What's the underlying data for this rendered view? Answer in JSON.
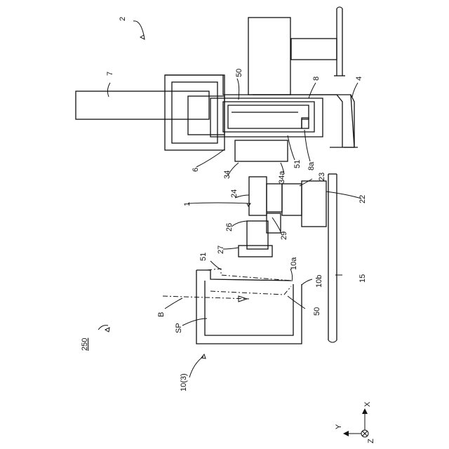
{
  "labels": {
    "l2": "2",
    "l7": "7",
    "l50top": "50",
    "l8": "8",
    "l4": "4",
    "l6": "6",
    "l34": "34",
    "l34a": "34a",
    "l51top": "51",
    "l8a": "8a",
    "l23": "23",
    "l24": "24",
    "l22": "22",
    "l1": "1",
    "l26": "26",
    "l29": "29",
    "l27": "27",
    "l51low": "51",
    "l10a": "10a",
    "l10b": "10b",
    "l15": "15",
    "lB": "B",
    "l50low": "50",
    "lSP": "SP",
    "l250": "250",
    "l103": "10(3)"
  },
  "axes": {
    "x": "X",
    "y": "Y",
    "z": "Z"
  }
}
